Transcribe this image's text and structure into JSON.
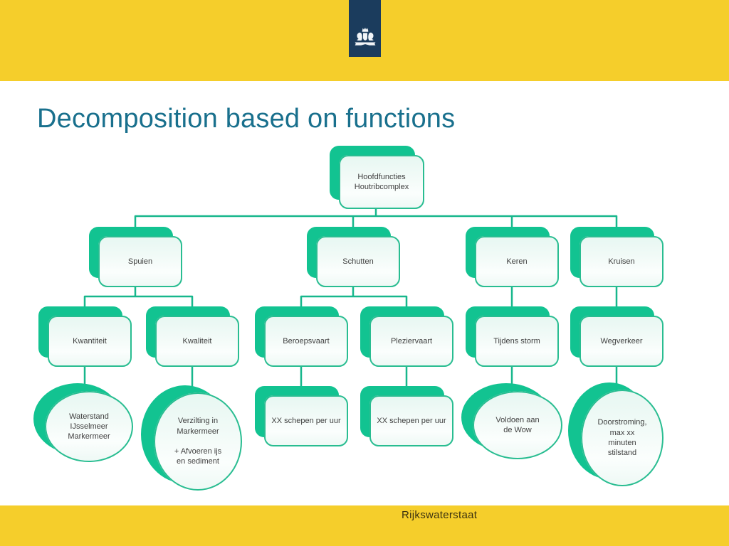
{
  "slide": {
    "title": "Decomposition based on functions",
    "footer": "Rijkswaterstaat"
  },
  "colors": {
    "band_yellow": "#F5CE2B",
    "logo_navy": "#1B3C5D",
    "node_green": "#12C391",
    "node_border_green": "#29BD91",
    "node_fill_mint": "#EDF9F5",
    "connector_green": "#17B78C",
    "title_teal": "#19708D",
    "footer_text": "#3A3110"
  },
  "diagram": {
    "type": "hierarchy",
    "nodes": {
      "root": {
        "label": "Hoofdfuncties\nHoutribcomplex",
        "shape": "box",
        "parent": null
      },
      "spuien": {
        "label": "Spuien",
        "shape": "box",
        "parent": "root"
      },
      "schutten": {
        "label": "Schutten",
        "shape": "box",
        "parent": "root"
      },
      "keren": {
        "label": "Keren",
        "shape": "box",
        "parent": "root"
      },
      "kruisen": {
        "label": "Kruisen",
        "shape": "box",
        "parent": "root"
      },
      "kwantiteit": {
        "label": "Kwantiteit",
        "shape": "box",
        "parent": "spuien"
      },
      "kwaliteit": {
        "label": "Kwaliteit",
        "shape": "box",
        "parent": "spuien"
      },
      "beroepsvaart": {
        "label": "Beroepsvaart",
        "shape": "box",
        "parent": "schutten"
      },
      "pleziervaart": {
        "label": "Pleziervaart",
        "shape": "box",
        "parent": "schutten"
      },
      "tijdens_storm": {
        "label": "Tijdens storm",
        "shape": "box",
        "parent": "keren"
      },
      "wegverkeer": {
        "label": "Wegverkeer",
        "shape": "box",
        "parent": "kruisen"
      },
      "waterstand": {
        "label": "Waterstand\nIJsselmeer\nMarkermeer",
        "shape": "ellipse",
        "parent": "kwantiteit"
      },
      "verzilting": {
        "label": "Verzilting in\nMarkermeer\n\n+ Afvoeren ijs\nen sediment",
        "shape": "ellipse",
        "parent": "kwaliteit"
      },
      "schepen_beroeps": {
        "label": "XX schepen per uur",
        "shape": "box",
        "parent": "beroepsvaart"
      },
      "schepen_plezier": {
        "label": "XX schepen per uur",
        "shape": "box",
        "parent": "pleziervaart"
      },
      "voldoen": {
        "label": "Voldoen aan\nde Wow",
        "shape": "ellipse",
        "parent": "tijdens_storm"
      },
      "doorstroming": {
        "label": "Doorstroming,\nmax xx\nminuten\nstilstand",
        "shape": "ellipse",
        "parent": "wegverkeer"
      }
    }
  }
}
